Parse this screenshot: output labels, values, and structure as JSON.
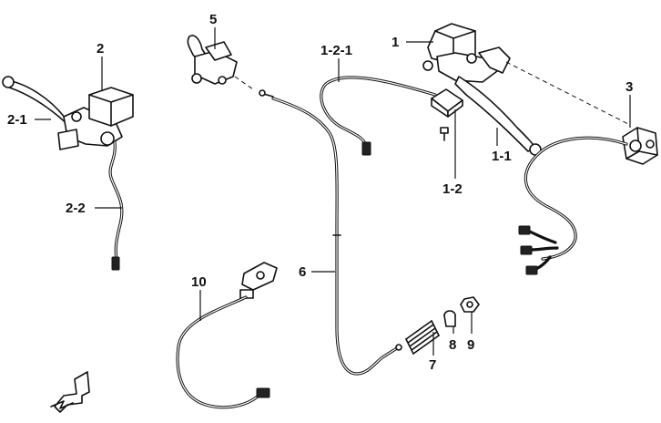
{
  "callouts": {
    "p1": "1",
    "p1_1": "1-1",
    "p1_2": "1-2",
    "p1_2_1": "1-2-1",
    "p2": "2",
    "p2_1": "2-1",
    "p2_2": "2-2",
    "p3": "3",
    "p5": "5",
    "p6": "6",
    "p7": "7",
    "p8": "8",
    "p9": "9",
    "p10": "10"
  }
}
